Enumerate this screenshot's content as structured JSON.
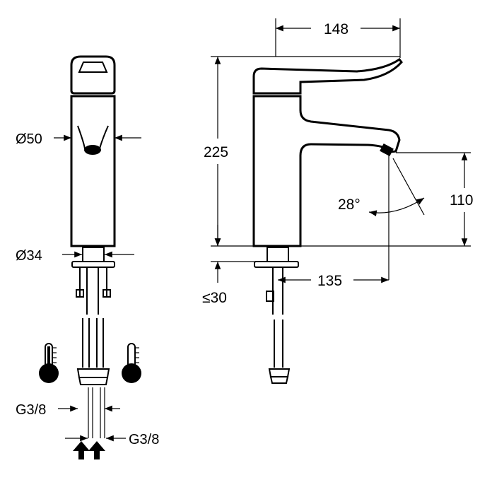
{
  "front_view": {
    "body_diameter": "Ø50",
    "base_diameter": "Ø34",
    "hot_connection": "G3/8",
    "cold_connection": "G3/8"
  },
  "side_view": {
    "reach_total": "148",
    "height_total": "225",
    "outlet_height": "110",
    "outlet_angle": "28°",
    "spout_reach": "135",
    "max_deck_thickness": "≤30"
  },
  "icons": {
    "hot": "hot-thermometer-icon",
    "cold": "cold-thermometer-icon",
    "flow": "flow-direction-arrows-icon"
  }
}
